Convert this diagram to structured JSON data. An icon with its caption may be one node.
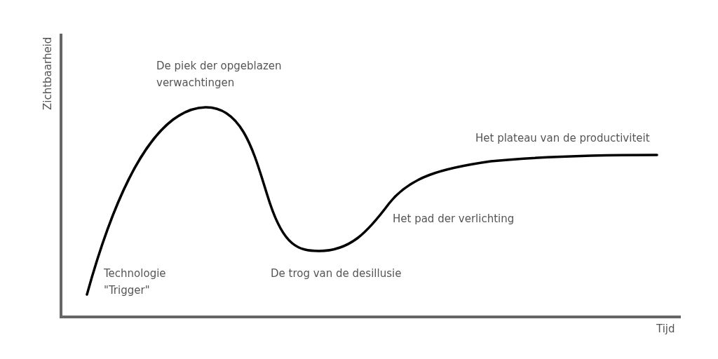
{
  "diagram": {
    "labels": [
      "Zichtbaarheid",
      "De piek der opgeblazen verwachtingen",
      "Het plateau van de productiviteit",
      "Het pad der verlichting",
      "Technologie \"Trigger\"",
      "De trog van de desillusie",
      "Tijd"
    ]
  }
}
